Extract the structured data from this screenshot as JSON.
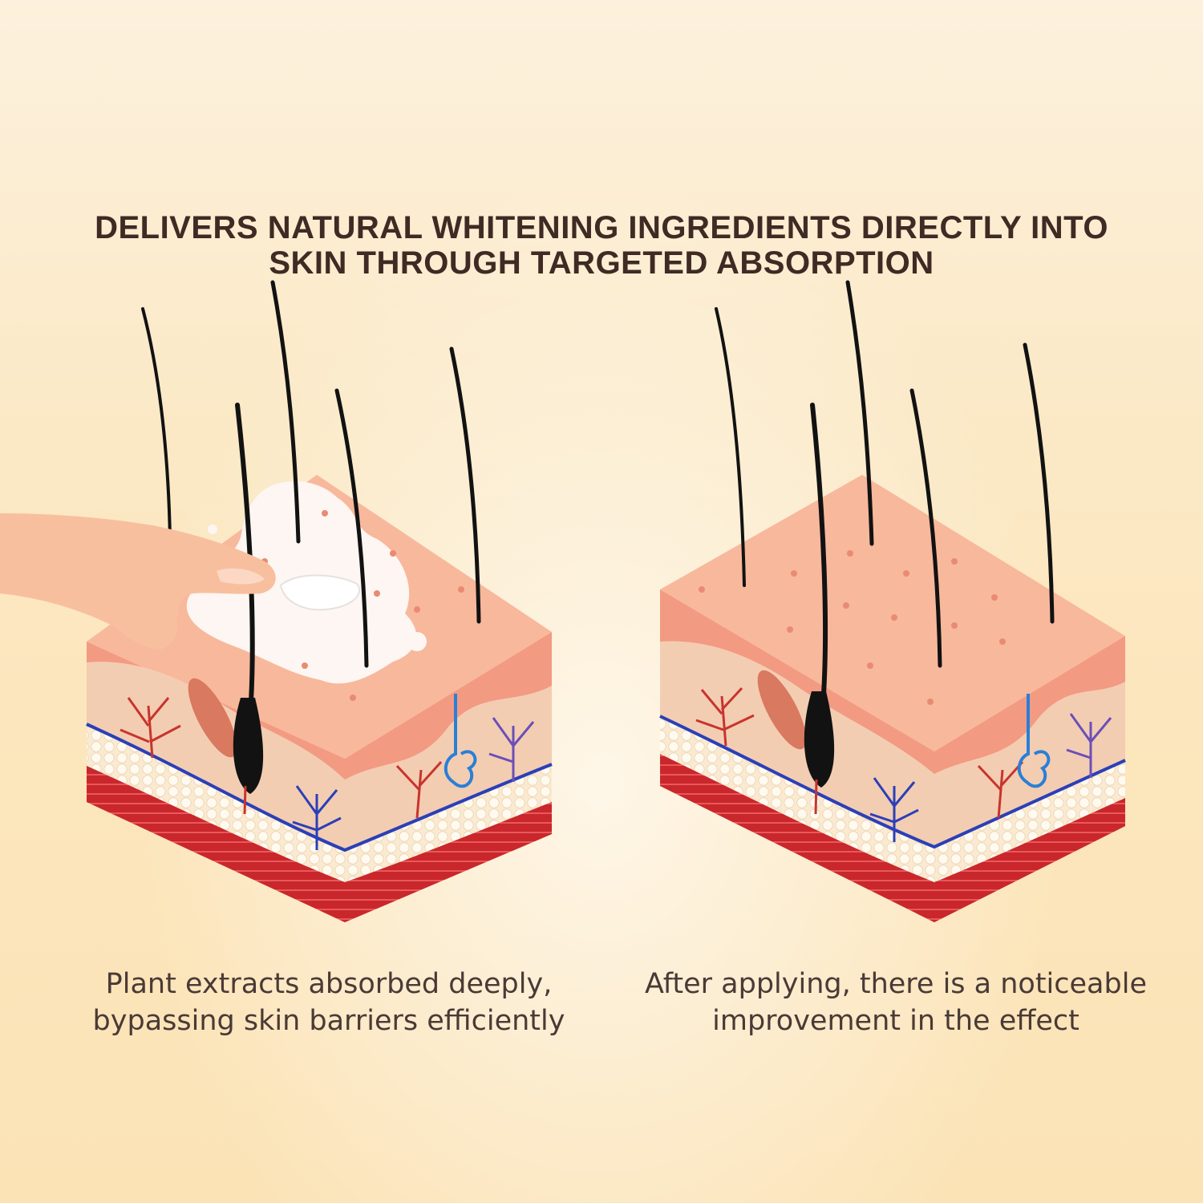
{
  "headline": {
    "line1": "DELIVERS NATURAL WHITENING INGREDIENTS DIRECTLY INTO",
    "line2": "SKIN THROUGH TARGETED ABSORPTION"
  },
  "panels": [
    {
      "caption_line1": "Plant extracts absorbed deeply,",
      "caption_line2": "bypassing skin barriers efficiently"
    },
    {
      "caption_line1": "After applying, there is a noticeable",
      "caption_line2": "improvement in the effect"
    }
  ],
  "colors": {
    "skin_top": "#f8b89c",
    "skin_side": "#f39a82",
    "dermis": "#f3cdb2",
    "fat": "#fbead2",
    "muscle": "#c9272c",
    "hair": "#121212",
    "vein": "#2b3fb8",
    "artery": "#c8342e",
    "cream": "#ffffff"
  }
}
